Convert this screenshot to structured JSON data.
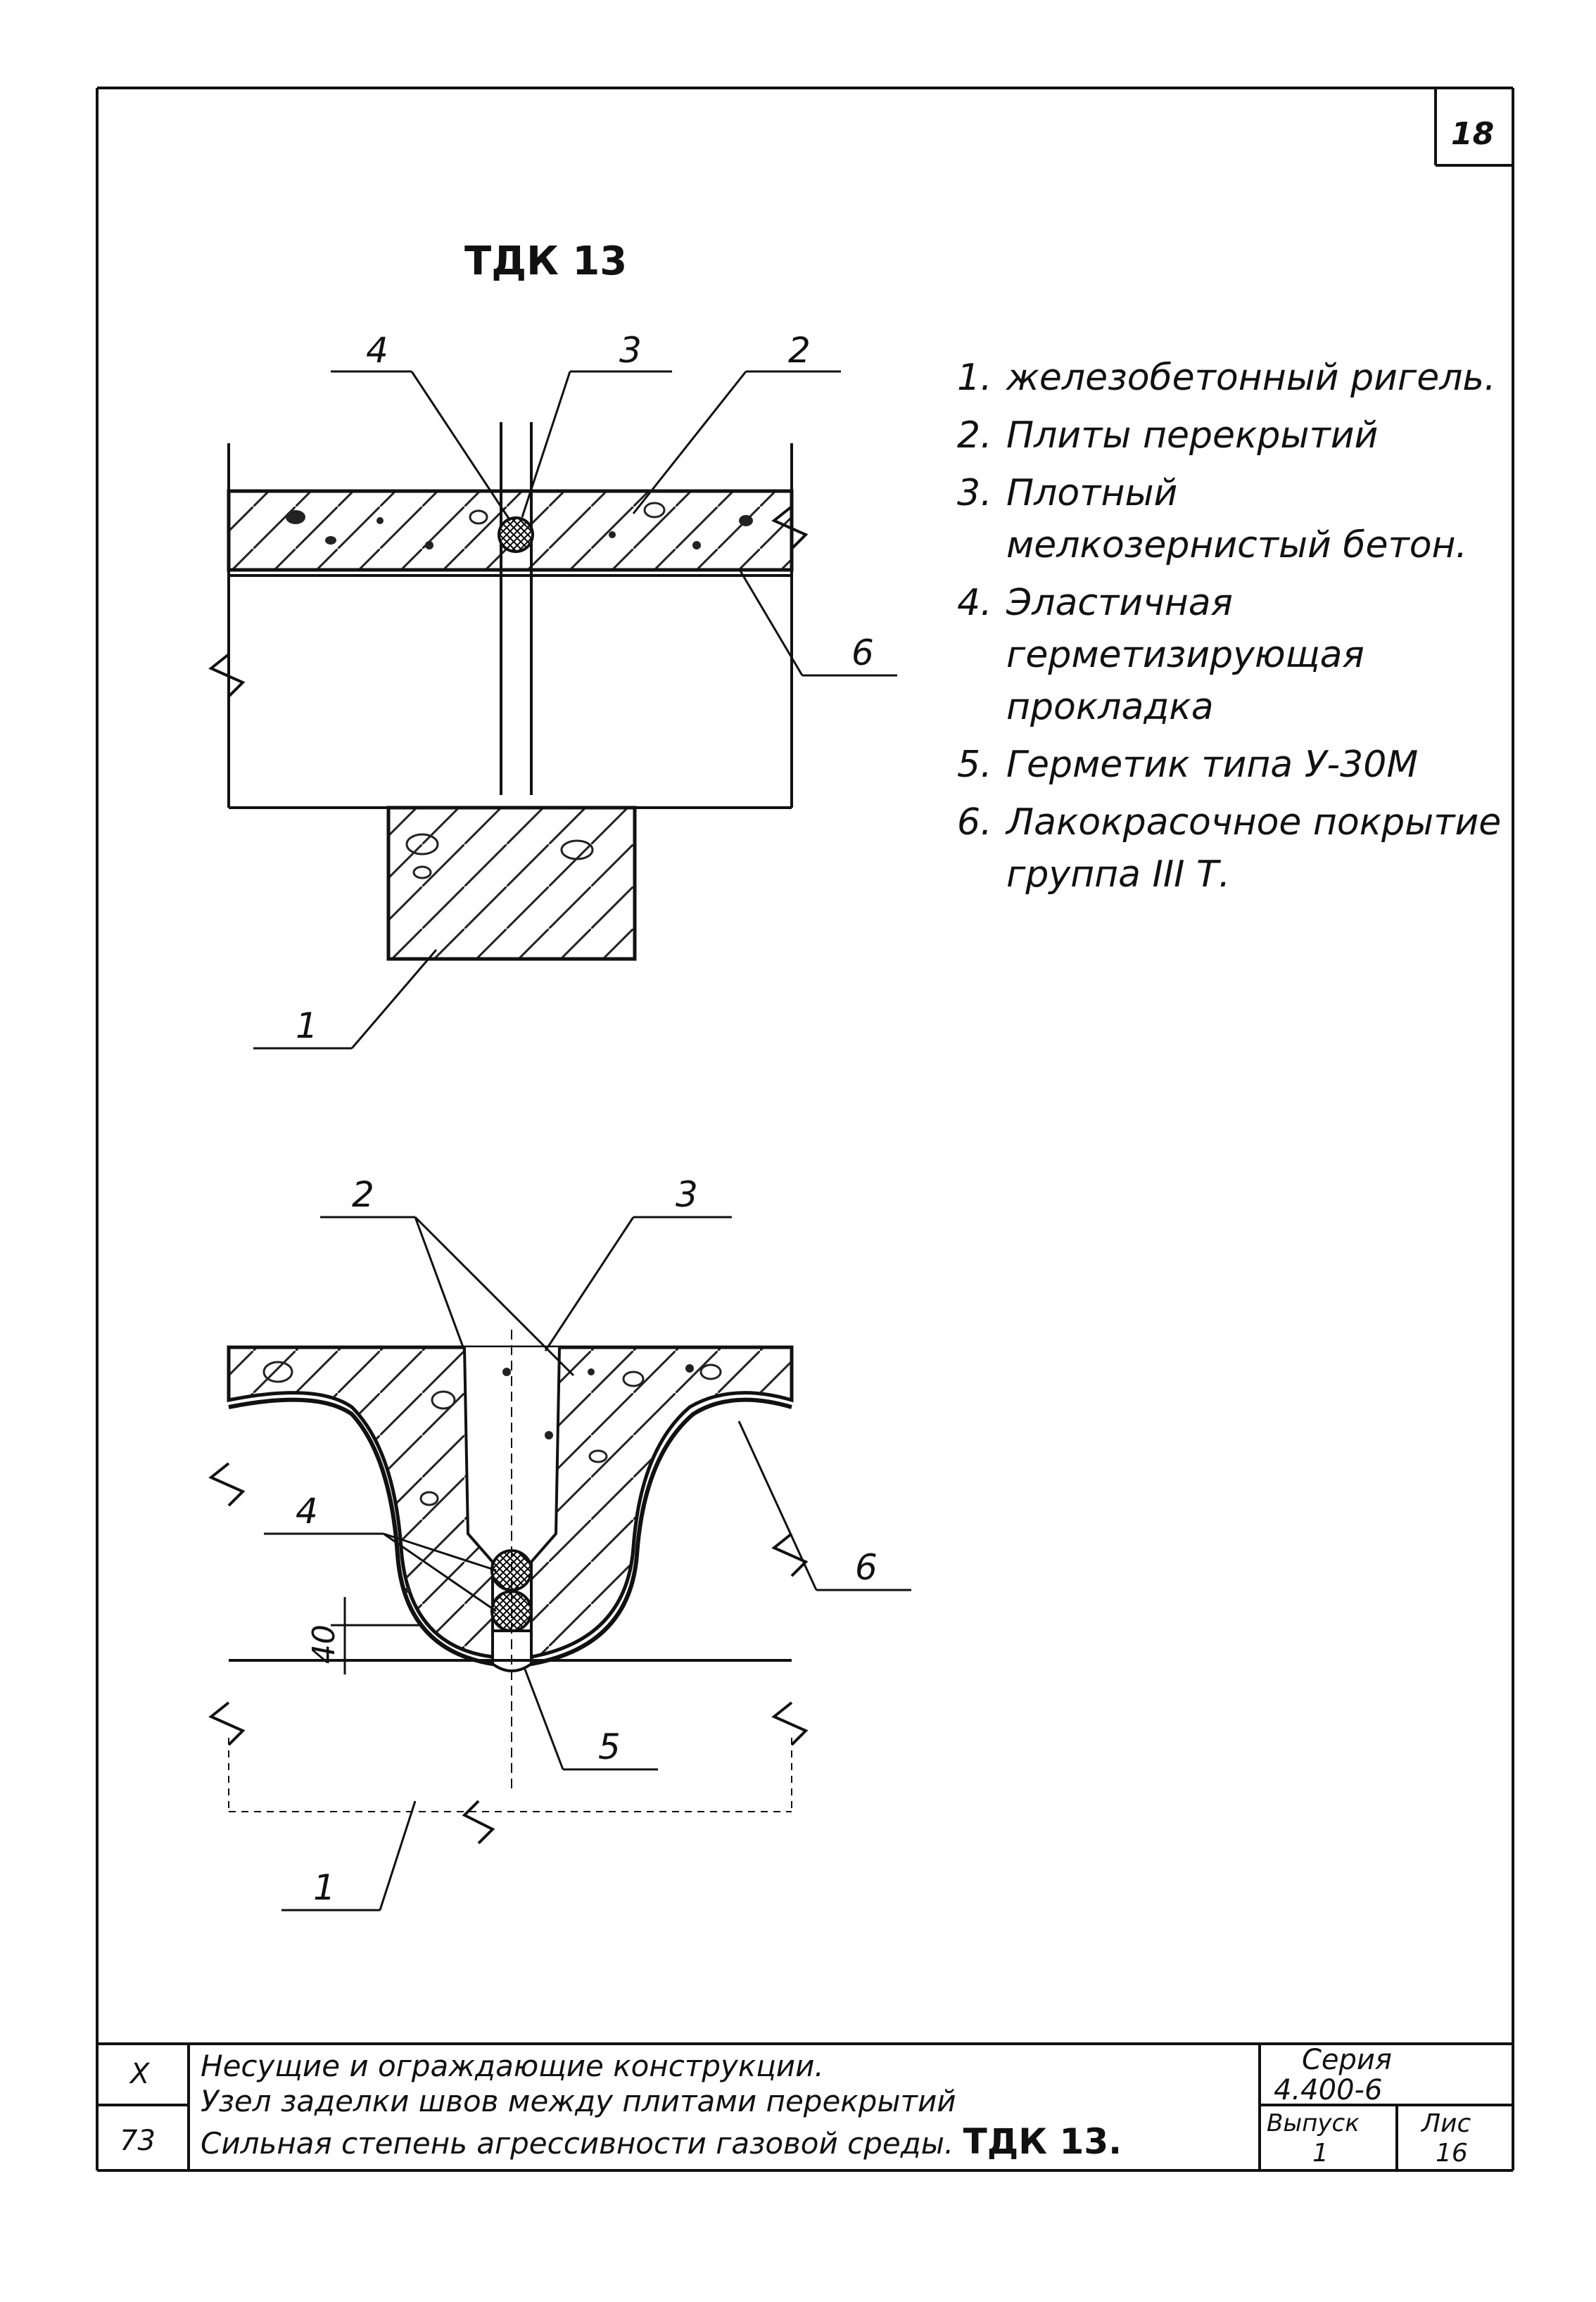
{
  "sheet_number": "18",
  "drawing_title": "ТДК 13",
  "legend": [
    {
      "num": "1.",
      "text": "железобетонный ригель."
    },
    {
      "num": "2.",
      "text": "Плиты перекрытий"
    },
    {
      "num": "3.",
      "text": "Плотный мелкозернистый бетон."
    },
    {
      "num": "4.",
      "text": "Эластичная герметизирующая прокладка"
    },
    {
      "num": "5.",
      "text": "Герметик типа У-30М"
    },
    {
      "num": "6.",
      "text": "Лакокрасочное покрытие группа III Т."
    }
  ],
  "callouts_top": {
    "c4": "4",
    "c3": "3",
    "c2": "2",
    "c6": "6",
    "c1": "1"
  },
  "callouts_bottom": {
    "c2": "2",
    "c3": "3",
    "c4": "4",
    "c6": "6",
    "c5": "5",
    "c1": "1"
  },
  "dimension_label": "40",
  "title_block": {
    "left_top": "X",
    "left_bottom": "73",
    "line1": "Несущие и ограждающие конструкции.",
    "line2": "Узел заделки швов между плитами перекрытий",
    "line3": "Сильная степень агрессивности газовой среды.",
    "line3_code": "ТДК 13.",
    "series_label": "Серия",
    "series_value": "4.400-6",
    "issue_label": "Выпуск",
    "issue_value": "1",
    "sheet_label": "Лис",
    "sheet_value": "16"
  }
}
